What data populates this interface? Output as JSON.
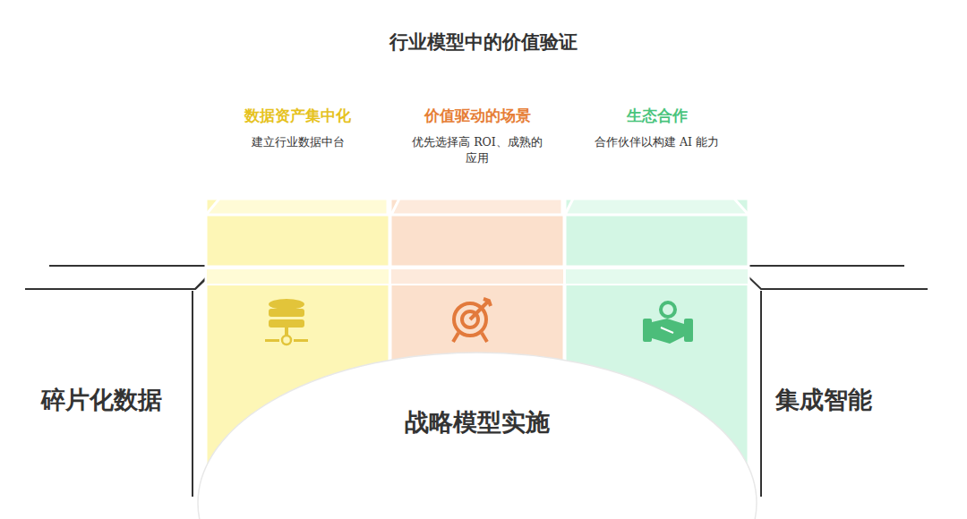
{
  "diagram": {
    "title": "行业模型中的价值验证",
    "nodes": [
      {
        "text": [
          "数据资产集中化",
          "建立行业数据中台"
        ]
      },
      {
        "text": [
          "价值驱动的场景",
          "优先选择高 ROI、成熟的应用"
        ]
      },
      {
        "text": [
          "生态合作",
          "合作伙伴以构建 AI 能力"
        ]
      }
    ],
    "labels": [
      "碎片化数据",
      "战略模型实施",
      "集成智能"
    ]
  }
}
